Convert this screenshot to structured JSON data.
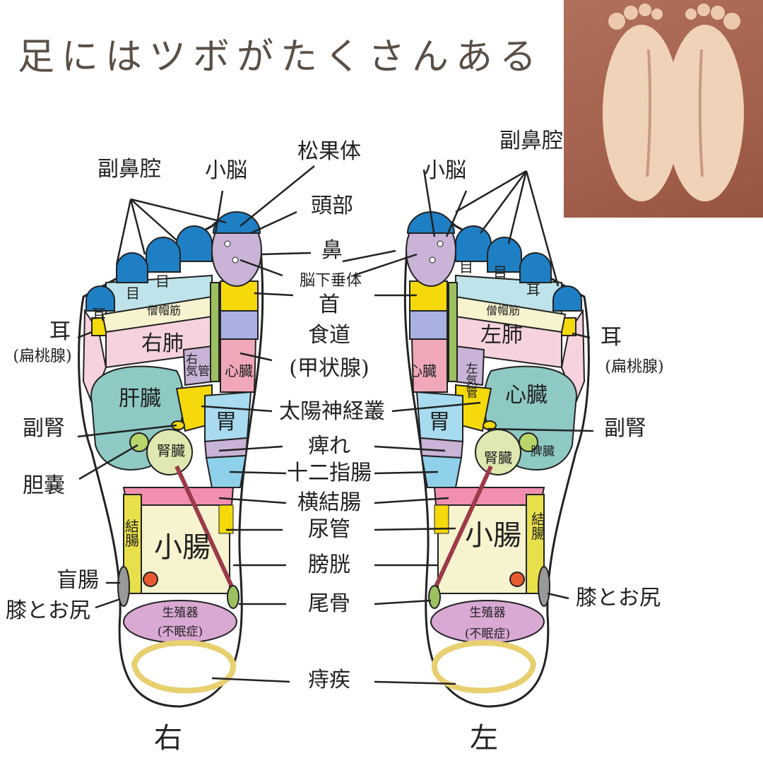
{
  "title": "足にはツボがたくさんある",
  "center_labels": [
    "松果体",
    "頭部",
    "鼻",
    "脳下垂体",
    "首",
    "食道",
    "(甲状腺)",
    "太陽神経叢",
    "痺れ",
    "十二指腸",
    "横結腸",
    "尿管",
    "膀胱",
    "尾骨",
    "痔疾"
  ],
  "right_foot": {
    "caption": "右",
    "outer": {
      "sinus": "副鼻腔",
      "cerebellum": "小脳",
      "ear": "耳",
      "tonsil": "(扁桃腺)",
      "adrenal": "副腎",
      "gallbladder": "胆嚢",
      "appendix": "盲腸",
      "knee": "膝とお尻"
    },
    "inner": {
      "eye1": "目",
      "eye2": "目",
      "ear": "耳",
      "trapezius": "僧帽筋",
      "lung": "右肺",
      "bronchus": "右\n気管",
      "heart": "心臓",
      "liver": "肝臓",
      "stomach": "胃",
      "kidney": "腎臓",
      "colon": "結\n腸",
      "small_intestine": "小腸",
      "genital": "生殖器",
      "insomnia": "(不眠症)"
    }
  },
  "left_foot": {
    "caption": "左",
    "outer": {
      "cerebellum": "小脳",
      "sinus": "副鼻腔",
      "ear": "耳",
      "tonsil": "(扁桃腺)",
      "adrenal": "副腎",
      "knee": "膝とお尻"
    },
    "inner": {
      "eye1": "目",
      "eye2": "目",
      "ear": "耳",
      "trapezius": "僧帽筋",
      "lung": "左肺",
      "bronchus": "左\n気\n管",
      "heart": "心臓",
      "heart_small": "心臓",
      "stomach": "胃",
      "kidney": "腎臓",
      "spleen": "脾臓",
      "colon": "結\n腸",
      "small_intestine": "小腸",
      "genital": "生殖器",
      "insomnia": "(不眠症)"
    }
  },
  "colors": {
    "toe": "#1e7fc4",
    "liver": "#8ec9c4",
    "heart": "#f0a8b8",
    "yellow": "#f5d90a",
    "green": "#9cc060",
    "purple": "#c9b3d6"
  }
}
